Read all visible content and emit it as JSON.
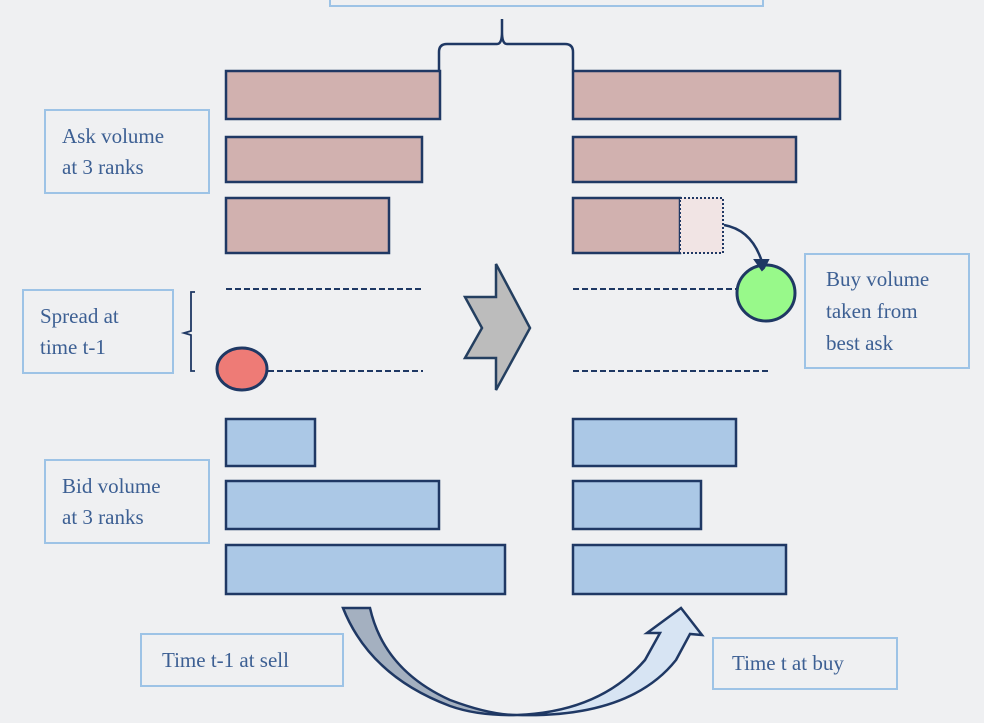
{
  "title_box": "",
  "labels": {
    "ask": [
      "Ask volume",
      "at 3 ranks"
    ],
    "spread": [
      "Spread at",
      "time t-1"
    ],
    "bid": [
      "Bid volume",
      "at 3 ranks"
    ],
    "buy": [
      "Buy volume",
      "taken from",
      "best ask"
    ],
    "time_prev": "Time t-1 at sell",
    "time_now": "Time t at buy"
  },
  "colors": {
    "ask_fill": "#d1b1af",
    "bid_fill": "#abc8e6",
    "stroke": "#1f3864",
    "taken_fill": "#f1e4e4",
    "sell_point": "#ee7b76",
    "buy_point": "#98f98a",
    "arrow_fill": "#bcbcbc",
    "label_border": "#9dc3e6",
    "label_text": "#3c5f93"
  },
  "order_book": {
    "t_minus_1": {
      "ask_volumes": [
        214,
        196,
        163
      ],
      "bid_volumes": [
        89,
        213,
        279
      ]
    },
    "t": {
      "ask_volumes": [
        267,
        223,
        107
      ],
      "ask_taken_volume": 43,
      "bid_volumes": [
        163,
        128,
        213
      ]
    }
  }
}
